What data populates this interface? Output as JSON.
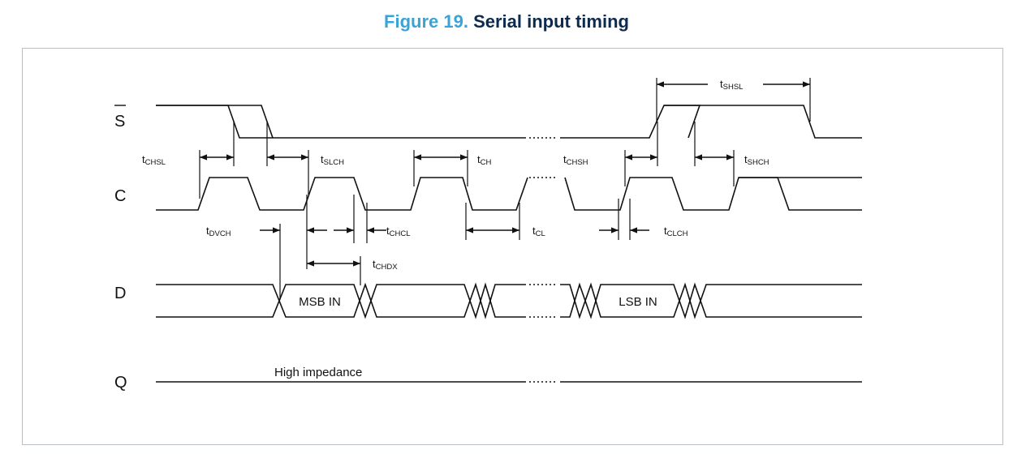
{
  "figure": {
    "number": "Figure 19.",
    "title": "Serial input timing"
  },
  "signals": {
    "s": "S",
    "c": "C",
    "d": "D",
    "q": "Q"
  },
  "data_labels": {
    "msb": "MSB IN",
    "lsb": "LSB IN",
    "high_impedance": "High impedance"
  },
  "timing": {
    "shsl": {
      "t": "t",
      "sub": "SHSL"
    },
    "chsl": {
      "t": "t",
      "sub": "CHSL"
    },
    "slch": {
      "t": "t",
      "sub": "SLCH"
    },
    "ch": {
      "t": "t",
      "sub": "CH"
    },
    "chsh": {
      "t": "t",
      "sub": "CHSH"
    },
    "shch": {
      "t": "t",
      "sub": "SHCH"
    },
    "dvch": {
      "t": "t",
      "sub": "DVCH"
    },
    "chcl": {
      "t": "t",
      "sub": "CHCL"
    },
    "cl": {
      "t": "t",
      "sub": "CL"
    },
    "clch": {
      "t": "t",
      "sub": "CLCH"
    },
    "chdx": {
      "t": "t",
      "sub": "CHDX"
    }
  }
}
